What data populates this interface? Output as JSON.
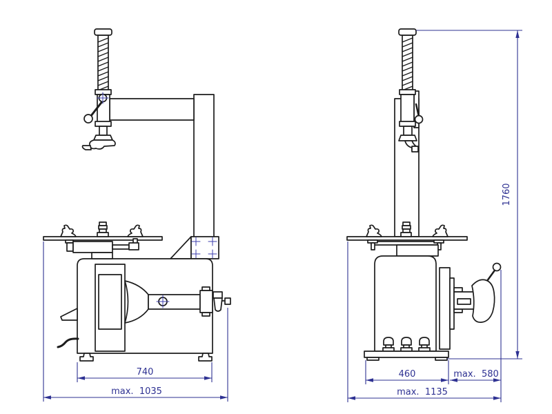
{
  "colors": {
    "background": "#ffffff",
    "drawing_line": "#1c1c1c",
    "dimension_line": "#2e3192",
    "crosshair": "#3d3fae"
  },
  "dimensions": {
    "front_view": {
      "body_width": "740",
      "overall_width": "max.  1035"
    },
    "side_view": {
      "base_width": "460",
      "bead_breaker_extension": "max.  580",
      "overall_width": "max.  1135",
      "overall_height": "1760"
    }
  }
}
